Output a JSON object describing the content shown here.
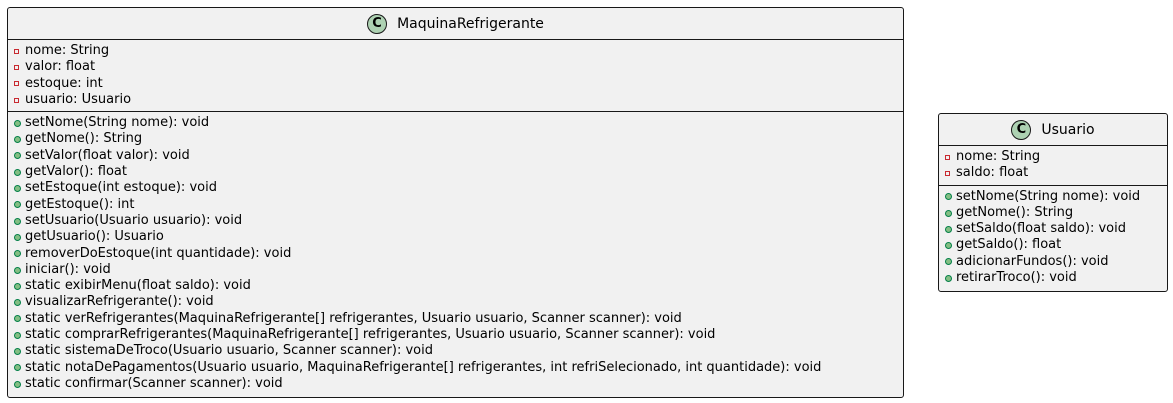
{
  "classes": [
    {
      "name": "MaquinaRefrigerante",
      "badge": "C",
      "attributes": [
        "nome: String",
        "valor: float",
        "estoque: int",
        "usuario: Usuario"
      ],
      "methods": [
        "setNome(String nome): void",
        "getNome(): String",
        "setValor(float valor): void",
        "getValor(): float",
        "setEstoque(int estoque): void",
        "getEstoque(): int",
        "setUsuario(Usuario usuario): void",
        "getUsuario(): Usuario",
        "removerDoEstoque(int quantidade): void",
        "iniciar(): void",
        "static exibirMenu(float saldo): void",
        "visualizarRefrigerante(): void",
        "static verRefrigerantes(MaquinaRefrigerante[] refrigerantes, Usuario usuario, Scanner scanner): void",
        "static comprarRefrigerantes(MaquinaRefrigerante[] refrigerantes, Usuario usuario, Scanner scanner): void",
        "static sistemaDeTroco(Usuario usuario, Scanner scanner): void",
        "static notaDePagamentos(Usuario usuario, MaquinaRefrigerante[] refrigerantes, int refriSelecionado, int quantidade): void",
        "static confirmar(Scanner scanner): void"
      ]
    },
    {
      "name": "Usuario",
      "badge": "C",
      "attributes": [
        "nome: String",
        "saldo: float"
      ],
      "methods": [
        "setNome(String nome): void",
        "getNome(): String",
        "setSaldo(float saldo): void",
        "getSaldo(): float",
        "adicionarFundos(): void",
        "retirarTroco(): void"
      ]
    }
  ]
}
